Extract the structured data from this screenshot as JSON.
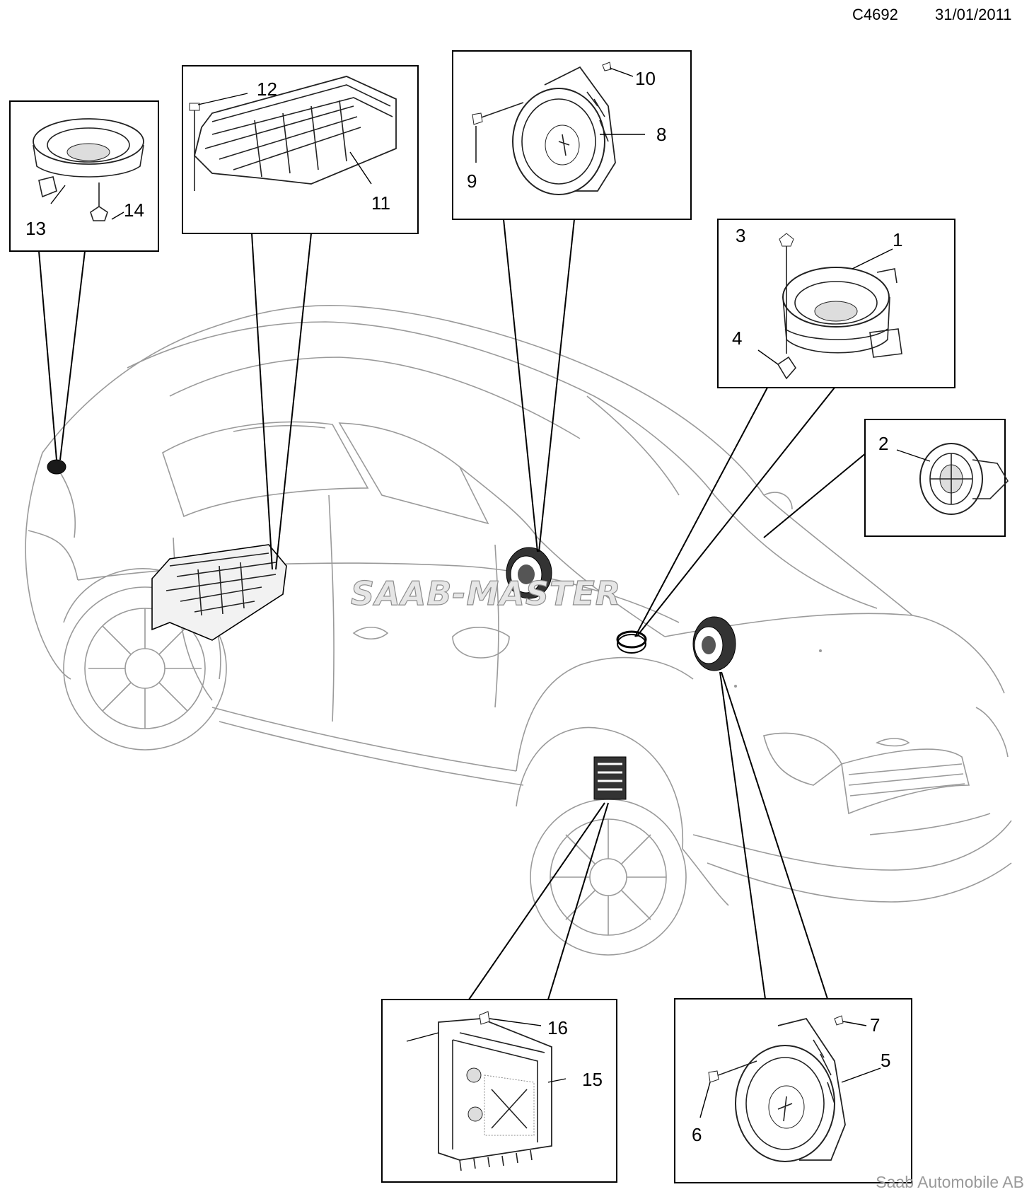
{
  "header": {
    "drawing_id": "C4692",
    "date": "31/01/2011"
  },
  "watermark": "SAAB-MASTER",
  "footer": {
    "copyright": "Saab Automobile AB"
  },
  "callouts": {
    "c1": "1",
    "c2": "2",
    "c3": "3",
    "c4": "4",
    "c5": "5",
    "c6": "6",
    "c7": "7",
    "c8": "8",
    "c9": "9",
    "c10": "10",
    "c11": "11",
    "c12": "12",
    "c13": "13",
    "c14": "14",
    "c15": "15",
    "c16": "16"
  }
}
